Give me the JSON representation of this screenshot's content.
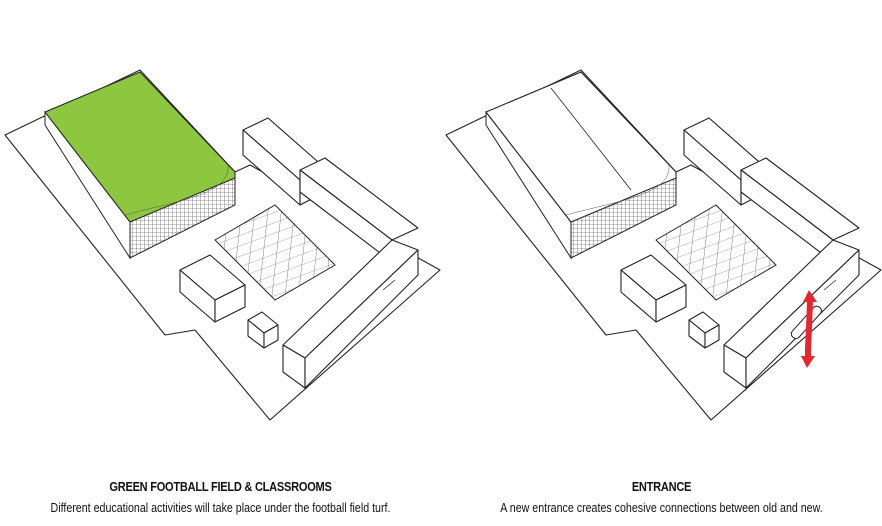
{
  "colors": {
    "turf": "#8dc63f",
    "arrow": "#e8262d",
    "line": "#222222"
  },
  "panels": [
    {
      "title": "GREEN FOOTBALL FIELD & CLASSROOMS",
      "text": "Different educational activities will take place under the football field turf."
    },
    {
      "title": "ENTRANCE",
      "text": "A new entrance creates cohesive connections between old and new."
    }
  ]
}
